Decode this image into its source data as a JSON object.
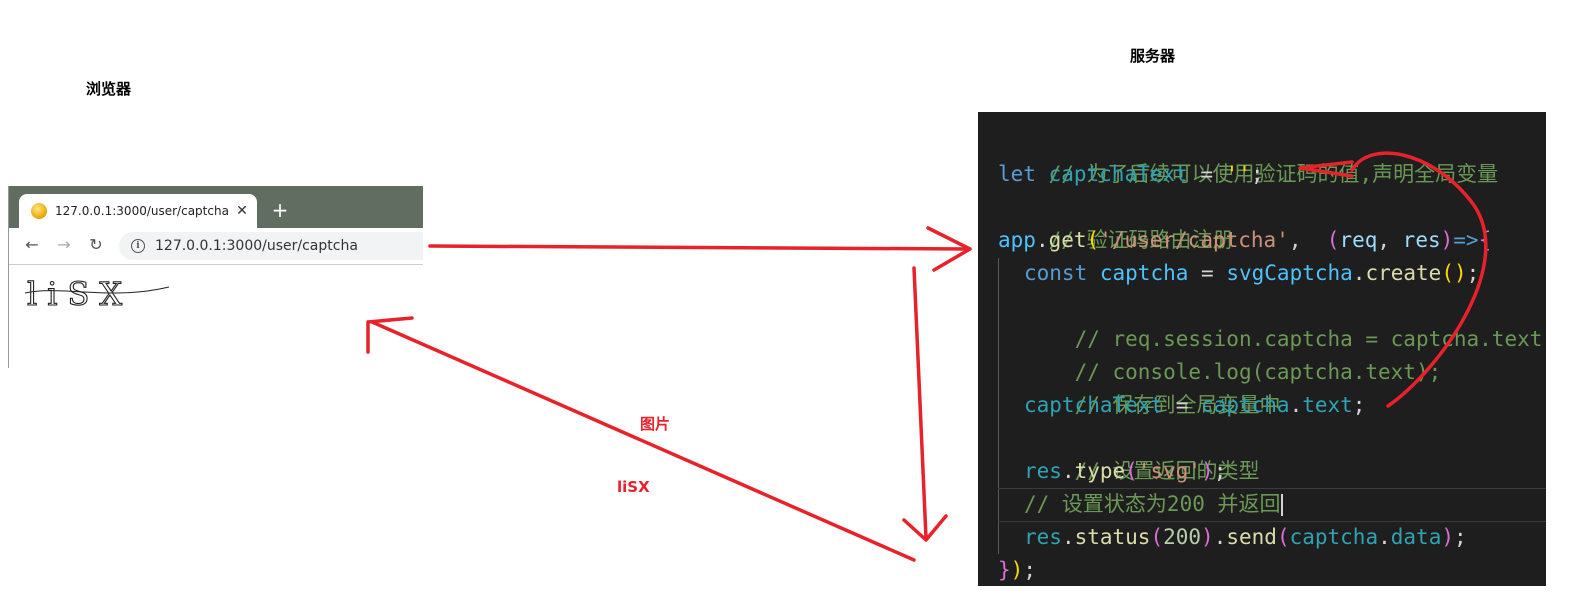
{
  "labels": {
    "browser": "浏览器",
    "server": "服务器",
    "image": "图片",
    "captcha_value": "liSX"
  },
  "browser": {
    "tab_title": "127.0.0.1:3000/user/captcha",
    "close_glyph": "✕",
    "new_tab_glyph": "+",
    "back_glyph": "←",
    "forward_glyph": "→",
    "reload_glyph": "↻",
    "info_glyph": "i",
    "address": "127.0.0.1:3000/user/captcha",
    "captcha_image_text": "liSX"
  },
  "code": {
    "l1": "// 为了后续可以使用验证码的值,声明全局变量",
    "l2_kw": "let",
    "l2_var": "captchaText",
    "l2_eq": "=",
    "l2_str": "''",
    "l2_end": ";",
    "l3": "// 验证码路由注册",
    "l4_obj": "app",
    "l4_dot": ".",
    "l4_fn": "get",
    "l4_p": "(",
    "l4_str": "'/user/captcha'",
    "l4_comma": ",  ",
    "l4_p2": "(",
    "l4_a1": "req",
    "l4_c2": ", ",
    "l4_a2": "res",
    "l4_p3": ")",
    "l4_arrow": "=>",
    "l4_brace": "{",
    "l5_kw": "const",
    "l5_var": "captcha",
    "l5_eq": "=",
    "l5_obj": "svgCaptcha",
    "l5_fn": "create",
    "l5_paren": "()",
    "l5_end": ";",
    "l6": "// req.session.captcha = captcha.text;",
    "l7": "// console.log(captcha.text);",
    "l8": "// 保存到全局变量中",
    "l9_var": "captchaText",
    "l9_eq": "=",
    "l9_obj": "captcha",
    "l9_prop": "text",
    "l9_end": ";",
    "l10": "// 设置返回的类型",
    "l11_obj": "res",
    "l11_fn": "type",
    "l11_p": "(",
    "l11_str": "'svg'",
    "l11_p2": ")",
    "l11_end": ";",
    "l12": "// 设置状态为200 并返回",
    "l13_obj": "res",
    "l13_fn": "status",
    "l13_p": "(",
    "l13_num": "200",
    "l13_p2": ")",
    "l13_fn2": "send",
    "l13_p3": "(",
    "l13_obj2": "captcha",
    "l13_prop": "data",
    "l13_p4": ")",
    "l13_end": ";",
    "l14_brace": "}",
    "l14_paren": ")",
    "l14_end": ";"
  },
  "colors": {
    "arrow": "#e8222a",
    "editor_bg": "#1e1e1e",
    "tab_strip": "#606d60"
  }
}
